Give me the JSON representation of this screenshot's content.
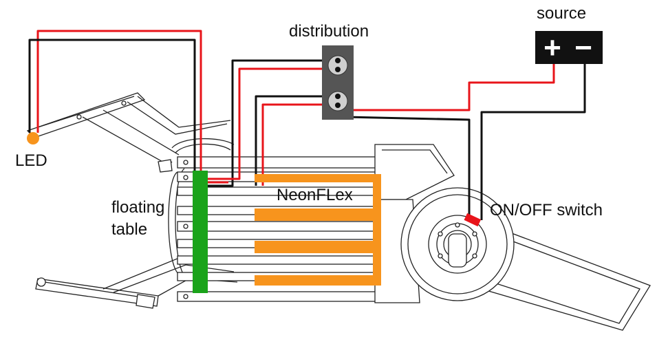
{
  "labels": {
    "source": "source",
    "distribution": "distribution",
    "led": "LED",
    "floating_table": "floating\ntable",
    "floating_line1": "floating",
    "floating_line2": "table",
    "neonflex": "NeonFLex",
    "switch": "ON/OFF switch"
  },
  "source_terminals": {
    "positive": "+",
    "negative": "−"
  },
  "colors": {
    "positive_wire": "#e8141a",
    "negative_wire": "#111111",
    "neonflex": "#f7941d",
    "floating_table_bar": "#1aa31a",
    "led": "#f7941d",
    "distribution_block": "#555555",
    "source_box": "#111111"
  }
}
